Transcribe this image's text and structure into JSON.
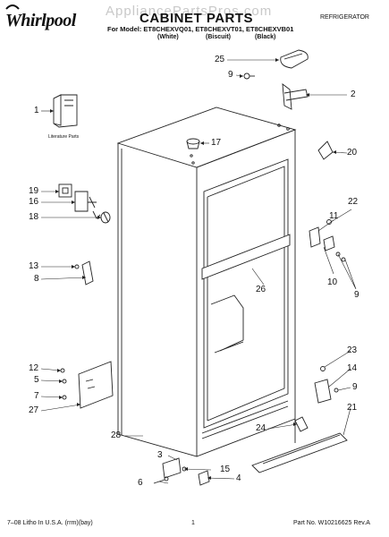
{
  "watermark": "AppliancePartsPros.com",
  "brand": "Whirlpool",
  "title": "CABINET PARTS",
  "doc_type": "REFRIGERATOR",
  "model_line": "For Model: ET8CHEXVQ01, ET8CHEXVT01, ET8CHEXVB01",
  "colors": [
    "(White)",
    "(Biscuit)",
    "(Black)"
  ],
  "literature_label": "Literature Parts",
  "callouts": {
    "c1": "1",
    "c2": "2",
    "c3": "3",
    "c4": "4",
    "c5": "5",
    "c6": "6",
    "c7": "7",
    "c8": "8",
    "c9a": "9",
    "c9b": "9",
    "c9c": "9",
    "c10": "10",
    "c11": "11",
    "c12": "12",
    "c13": "13",
    "c14": "14",
    "c15": "15",
    "c16": "16",
    "c17": "17",
    "c18": "18",
    "c19": "19",
    "c20": "20",
    "c21": "21",
    "c22": "22",
    "c23": "23",
    "c24": "24",
    "c25": "25",
    "c26": "26",
    "c27": "27",
    "c28": "28"
  },
  "footer": {
    "left": "7–08 Litho In U.S.A. (rrm)(bay)",
    "center": "1",
    "right": "Part No. W10216625 Rev.A"
  }
}
